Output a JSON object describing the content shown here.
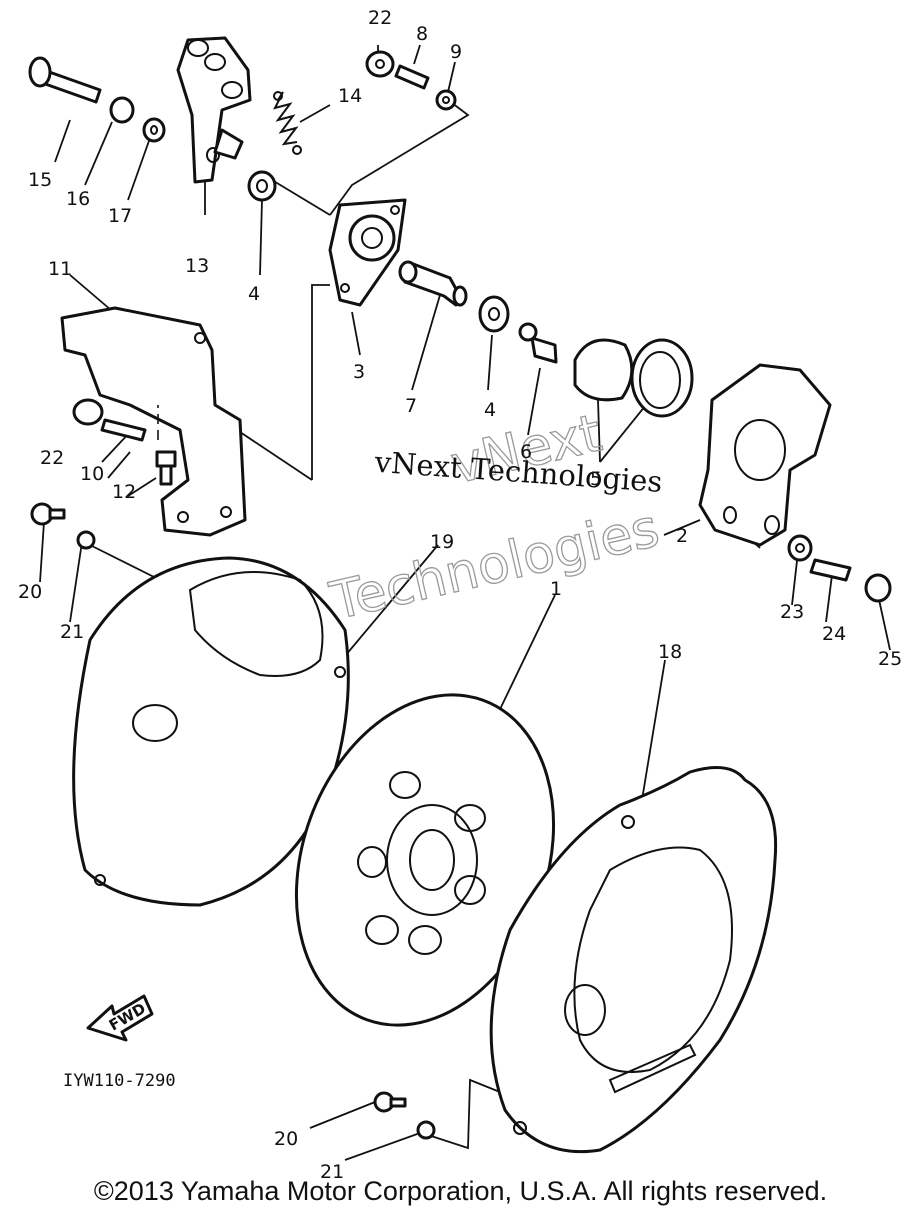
{
  "diagram": {
    "part_numbers": [
      "1",
      "2",
      "3",
      "4",
      "4",
      "5",
      "6",
      "7",
      "8",
      "9",
      "10",
      "11",
      "12",
      "13",
      "14",
      "15",
      "16",
      "17",
      "18",
      "19",
      "20",
      "20",
      "21",
      "21",
      "22",
      "22",
      "23",
      "24",
      "25"
    ],
    "direction_label": "FWD",
    "drawing_code": "IYW110-7290",
    "watermark": {
      "line1": "vNext Technologies",
      "line2a": "vNext",
      "line2b": "Technologies"
    },
    "copyright": "©2013 Yamaha Motor Corporation, U.S.A. All rights reserved."
  }
}
